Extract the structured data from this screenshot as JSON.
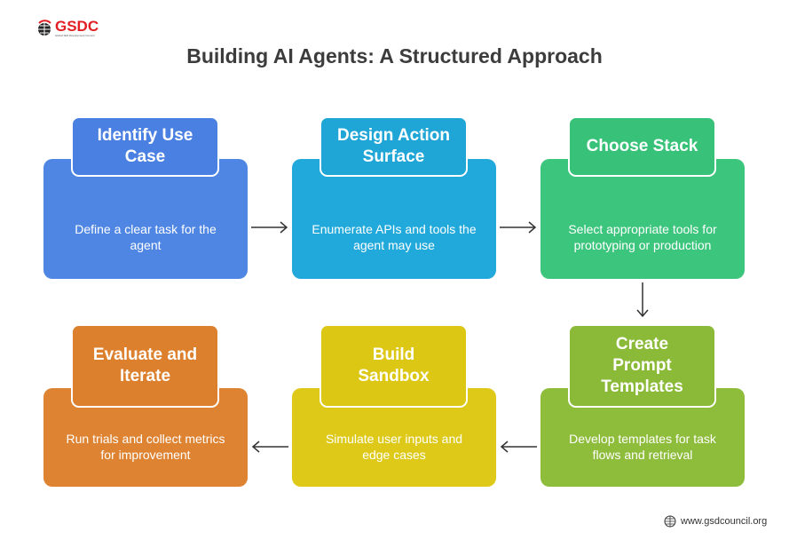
{
  "logo": {
    "text": "GSDC",
    "tagline": "Global Skill Development Council"
  },
  "title": "Building AI Agents: A Structured Approach",
  "steps": [
    {
      "title": "Identify Use Case",
      "desc": "Define a clear task for the agent",
      "color": "#4f86e4",
      "tab": "#4a80e2"
    },
    {
      "title": "Design Action Surface",
      "desc": "Enumerate APIs and tools the agent may use",
      "color": "#20a9da",
      "tab": "#1fa5d6"
    },
    {
      "title": "Choose Stack",
      "desc": "Select appropriate tools for prototyping or production",
      "color": "#3cc57d",
      "tab": "#38c279"
    },
    {
      "title": "Create Prompt Templates",
      "desc": "Develop templates for task flows and retrieval",
      "color": "#8ebc3b",
      "tab": "#8aba37"
    },
    {
      "title": "Build Sandbox",
      "desc": "Simulate user inputs and edge cases",
      "color": "#dec918",
      "tab": "#dcc714"
    },
    {
      "title": "Evaluate and Iterate",
      "desc": "Run trials and collect metrics for improvement",
      "color": "#de8331",
      "tab": "#dc802d"
    }
  ],
  "footer": {
    "url": "www.gsdcouncil.org"
  }
}
